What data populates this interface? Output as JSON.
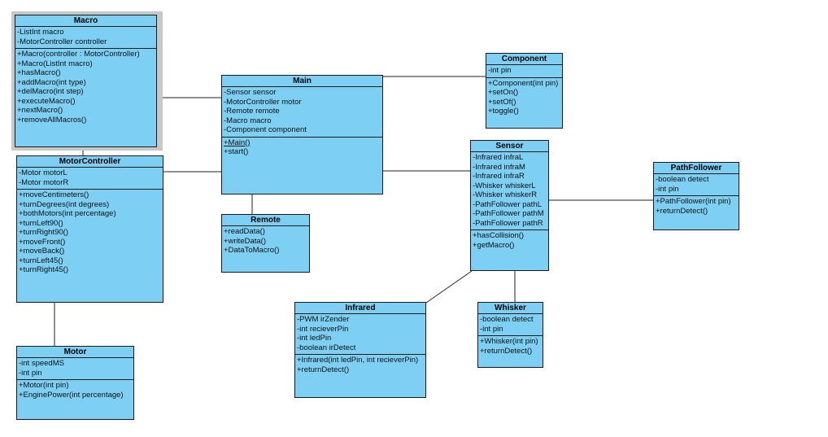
{
  "diagram": {
    "classes": {
      "macro": {
        "name": "Macro",
        "attributes": [
          "-ListInt macro",
          "-MotorController controller"
        ],
        "operations": [
          "+Macro(controller : MotorController)",
          "+Macro(ListInt macro)",
          "+hasMacro()",
          "+addMacro(int type)",
          "+delMacro(int step)",
          "+executeMacro()",
          "+nextMacro()",
          "+removeAllMacros()"
        ]
      },
      "motorcontroller": {
        "name": "MotorController",
        "attributes": [
          "-Motor motorL",
          "-Motor motorR"
        ],
        "operations": [
          "+moveCentimeters()",
          "+turnDegrees(int degrees)",
          "+bothMotors(int percentage)",
          "+turnLeft90()",
          "+turnRight90()",
          "+moveFront()",
          "+moveBack()",
          "+turnLeft45()",
          "+turnRight45()"
        ]
      },
      "motor": {
        "name": "Motor",
        "attributes": [
          "-int speedMS",
          "-int pin"
        ],
        "operations": [
          "+Motor(int pin)",
          "+EnginePower(int percentage)"
        ]
      },
      "main": {
        "name": "Main",
        "attributes": [
          "-Sensor sensor",
          "-MotorController motor",
          "-Remote remote",
          "-Macro macro",
          "-Component component"
        ],
        "operations": [
          "+Main()",
          "+start()"
        ]
      },
      "remote": {
        "name": "Remote",
        "attributes": [],
        "operations": [
          "+readData()",
          "+writeData()",
          "+DataToMacro()"
        ]
      },
      "component": {
        "name": "Component",
        "attributes": [
          "-int pin"
        ],
        "operations": [
          "+Component(int pin)",
          "+setOn()",
          "+setOf()",
          "+toggle()"
        ]
      },
      "sensor": {
        "name": "Sensor",
        "attributes": [
          "-Infrared infraL",
          "-Infrared infraM",
          "-Infrared infraR",
          "-Whisker whiskerL",
          "-Whisker whiskerR",
          "-PathFollower pathL",
          "-PathFollower pathM",
          "-PathFollower pathR"
        ],
        "operations": [
          "+hasCollision()",
          "+getMacro()"
        ]
      },
      "pathfollower": {
        "name": "PathFollower",
        "attributes": [
          "-boolean detect",
          "-int pin"
        ],
        "operations": [
          "+PathFollower(int pin)",
          "+returnDetect()"
        ]
      },
      "infrared": {
        "name": "Infrared",
        "attributes": [
          "-PWM irZender",
          "-int recieverPin",
          "-int ledPin",
          "-boolean irDetect"
        ],
        "operations": [
          "+Infrared(int ledPin, int recieverPin)",
          "+returnDetect()"
        ]
      },
      "whisker": {
        "name": "Whisker",
        "attributes": [
          "-boolean detect",
          "-int pin"
        ],
        "operations": [
          "+Whisker(int pin)",
          "+returnDetect()"
        ]
      }
    },
    "colors": {
      "class_fill": "#7dcff4",
      "border": "#1a1a1a",
      "selection_shadow": "#c8c8c8"
    }
  }
}
